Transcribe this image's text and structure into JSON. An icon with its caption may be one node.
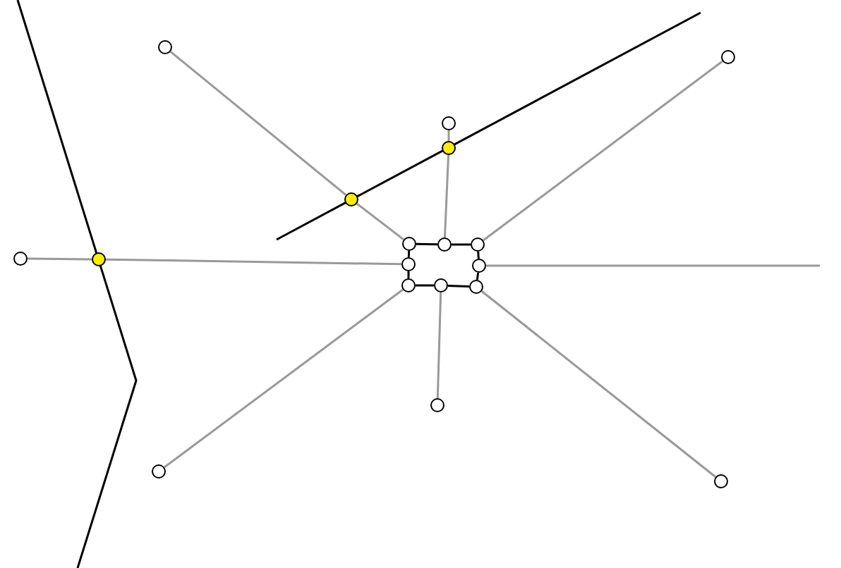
{
  "diagram": {
    "nodes": [
      {
        "text": [],
        "shape": "circle"
      },
      {
        "text": [],
        "shape": "circle"
      },
      {
        "text": [],
        "shape": "circle"
      },
      {
        "text": [],
        "shape": "circle"
      },
      {
        "text": [],
        "shape": "circle"
      },
      {
        "text": [],
        "shape": "circle"
      },
      {
        "text": [],
        "shape": "circle"
      },
      {
        "text": [],
        "shape": "circle"
      },
      {
        "text": [],
        "shape": "circle"
      },
      {
        "text": [],
        "shape": "circle"
      },
      {
        "text": [],
        "shape": "circle"
      },
      {
        "text": [],
        "shape": "circle"
      },
      {
        "text": [],
        "shape": "circle"
      },
      {
        "text": [],
        "shape": "circle"
      },
      {
        "text": [],
        "shape": "circle"
      },
      {
        "text": [],
        "shape": "circle"
      },
      {
        "text": [],
        "shape": "circle"
      },
      {
        "text": [],
        "shape": "circle"
      }
    ],
    "edges": [
      {
        "from": 0,
        "to": 4,
        "arrow": "none"
      },
      {
        "from": 4,
        "to": 5,
        "arrow": "none"
      },
      {
        "from": 2,
        "to": 3,
        "arrow": "none"
      },
      {
        "from": 3,
        "to": 6,
        "arrow": "none"
      },
      {
        "from": 1,
        "to": 7,
        "arrow": "none"
      },
      {
        "from": 8,
        "to": 9,
        "arrow": "none"
      },
      {
        "from": 9,
        "to": 10,
        "arrow": "none"
      },
      {
        "from": 11,
        "to": null,
        "arrow": "none"
      },
      {
        "from": 16,
        "to": 12,
        "arrow": "none"
      },
      {
        "from": 15,
        "to": 13,
        "arrow": "none"
      },
      {
        "from": 17,
        "to": 14,
        "arrow": "none"
      },
      {
        "from": 5,
        "to": 6,
        "arrow": "none",
        "color": "#000000"
      },
      {
        "from": 6,
        "to": 7,
        "arrow": "none",
        "color": "#000000"
      },
      {
        "from": 7,
        "to": 11,
        "arrow": "none",
        "color": "#000000"
      },
      {
        "from": 11,
        "to": 14,
        "arrow": "none",
        "color": "#000000"
      },
      {
        "from": 14,
        "to": 13,
        "arrow": "none",
        "color": "#000000"
      },
      {
        "from": 13,
        "to": 12,
        "arrow": "none",
        "color": "#000000"
      },
      {
        "from": 12,
        "to": 10,
        "arrow": "none",
        "color": "#000000"
      },
      {
        "from": 10,
        "to": 5,
        "arrow": "none",
        "color": "#000000"
      }
    ]
  }
}
